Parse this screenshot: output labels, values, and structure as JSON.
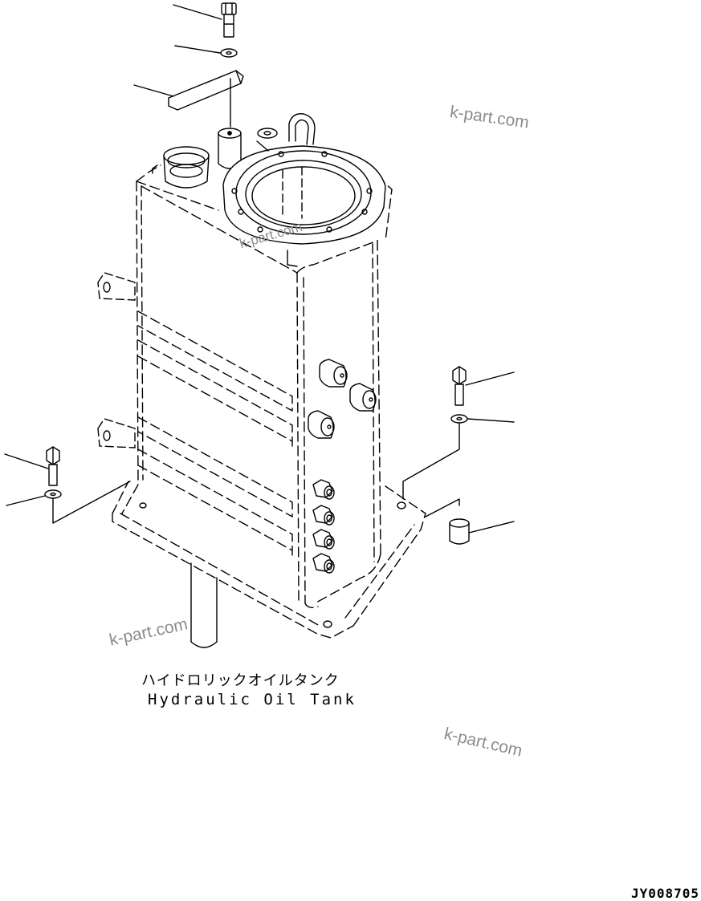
{
  "caption": {
    "japanese": "ハイドロリックオイルタンク",
    "english": "Hydraulic Oil Tank"
  },
  "watermark_text": "k-part.com",
  "document_id": "JY008705",
  "colors": {
    "line": "#000000",
    "watermark": "#8c8c8c",
    "background": "#ffffff"
  }
}
